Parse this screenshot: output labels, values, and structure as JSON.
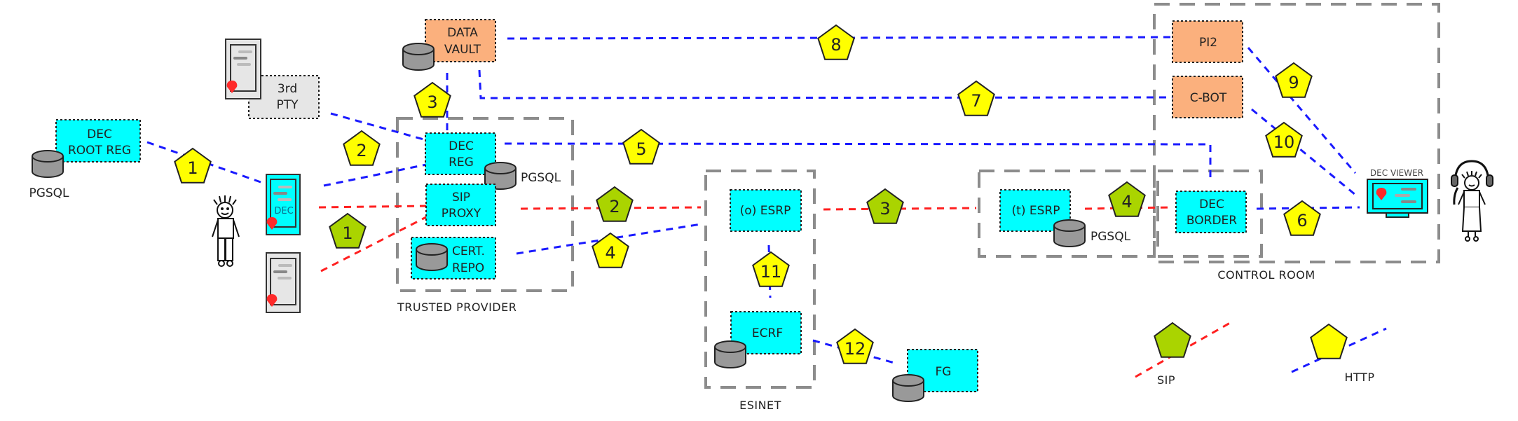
{
  "colors": {
    "node_cyan": "#00ffff",
    "node_orange": "#fbb07d",
    "node_gray": "#e6e6e6",
    "zone_gray": "#8c8c8c",
    "http_blue": "#1a1aff",
    "sip_red": "#ff2020",
    "http_yellow": "#ffff00",
    "sip_green": "#aad400",
    "db_gray": "#999999",
    "pin_red": "#ff2a2a"
  },
  "zones": {
    "trusted_provider": "TRUSTED PROVIDER",
    "esinet": "ESINET",
    "control_room": "CONTROL ROOM"
  },
  "nodes": {
    "dec_root_reg": [
      "DEC",
      "ROOT REG"
    ],
    "third_party": [
      "3rd",
      "PTY"
    ],
    "data_vault": [
      "DATA",
      "VAULT"
    ],
    "dec_reg": [
      "DEC",
      "REG"
    ],
    "sip_proxy": [
      "SIP",
      "PROXY"
    ],
    "cert_repo": [
      "CERT.",
      "REPO"
    ],
    "o_esrp": [
      "(o) ESRP"
    ],
    "ecrf": [
      "ECRF"
    ],
    "fg": [
      "FG"
    ],
    "t_esrp": [
      "(t) ESRP"
    ],
    "dec_border": [
      "DEC",
      "BORDER"
    ],
    "pi2": [
      "PI2"
    ],
    "c_bot": [
      "C-BOT"
    ]
  },
  "databases": {
    "root_reg_db": "PGSQL",
    "dec_reg_db": "PGSQL",
    "t_esrp_db": "PGSQL"
  },
  "devices": {
    "dec_phone_label": "DEC",
    "dec_viewer_label": "DEC VIEWER"
  },
  "http_markers": [
    "1",
    "2",
    "3",
    "4",
    "5",
    "6",
    "7",
    "8",
    "9",
    "10",
    "11",
    "12"
  ],
  "sip_markers": [
    "1",
    "2",
    "3",
    "4"
  ],
  "legend": {
    "sip": "SIP",
    "http": "HTTP"
  }
}
